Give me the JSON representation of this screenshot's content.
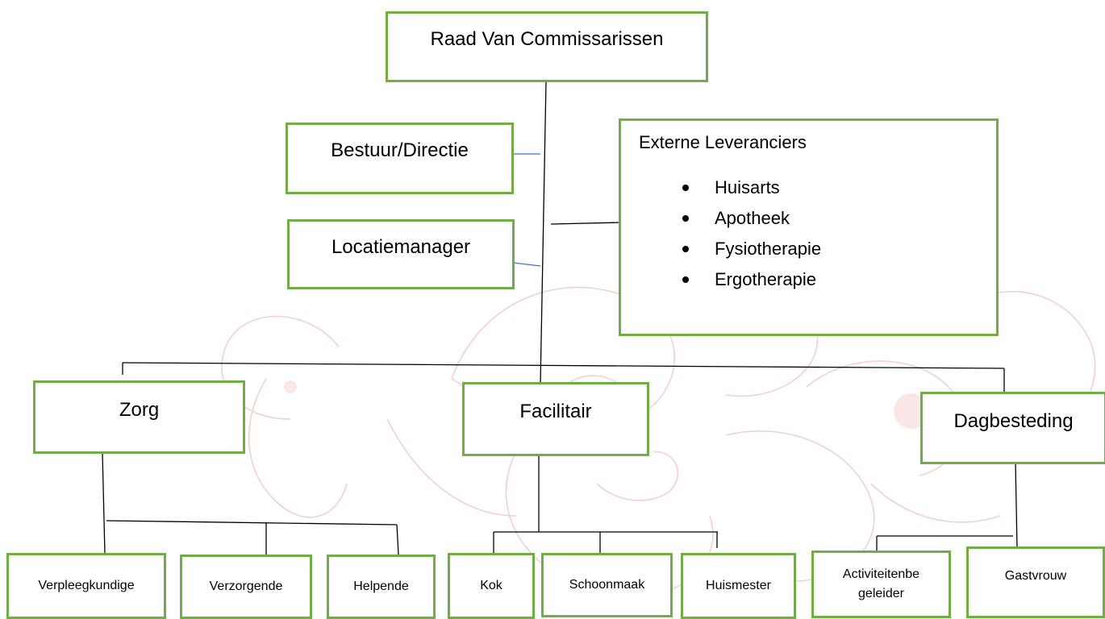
{
  "colors": {
    "box_border": "#70ad47",
    "connector": "#000000",
    "connector_accent": "#4472c4",
    "watermark": "#e8aaaa"
  },
  "diagram": {
    "board": "Raad Van Commissarissen",
    "bestuur": "Bestuur/Directie",
    "locatiemanager": "Locatiemanager",
    "externe": {
      "title": "Externe Leveranciers",
      "items": [
        "Huisarts",
        "Apotheek",
        "Fysiotherapie",
        "Ergotherapie"
      ]
    },
    "zorg": {
      "title": "Zorg",
      "children": [
        "Verpleegkundige",
        "Verzorgende",
        "Helpende"
      ]
    },
    "facilitair": {
      "title": "Facilitair",
      "children": [
        "Kok",
        "Schoonmaak",
        "Huismester"
      ]
    },
    "dagbesteding": {
      "title": "Dagbesteding",
      "children": [
        "Activiteitenbe geleider",
        "Gastvrouw"
      ]
    }
  },
  "watermark_icon": "orchid-flower-icon"
}
